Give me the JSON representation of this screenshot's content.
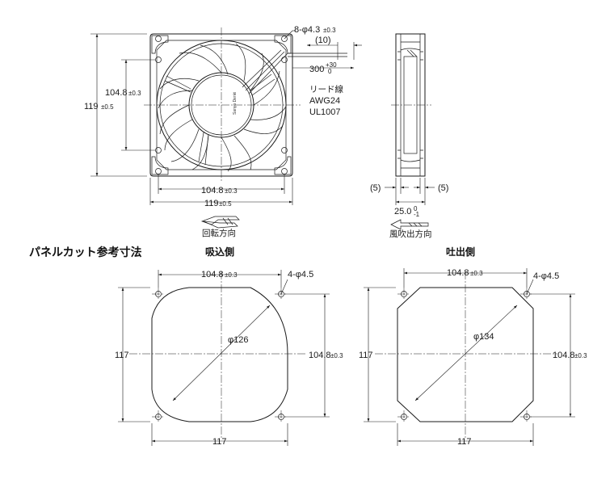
{
  "top": {
    "mount_holes_note": "8-φ4.3",
    "mount_holes_tol": "±0.3",
    "hole_pitch_v": "104.8",
    "hole_pitch_tol": "±0.3",
    "frame_size_v": "119",
    "frame_tol": "±0.5",
    "hole_pitch_h": "104.8",
    "hole_pitch_h_tol": "±0.3",
    "frame_size_h": "119",
    "frame_size_h_tol": "±0.5",
    "lead_strip": "(10)",
    "lead_length": "300",
    "lead_length_tol_upper": "+30",
    "lead_length_tol_lower": "0",
    "lead_wire_label": "リード線",
    "lead_wire_awg": "AWG24",
    "lead_wire_ul": "UL1007",
    "rotation_label": "回転方向",
    "rotor_print": "Sanyo Denki"
  },
  "side": {
    "left_margin": "(5)",
    "right_margin": "(5)",
    "depth": "25.0",
    "depth_tol_upper": "0",
    "depth_tol_lower": "-1",
    "airflow_label": "風吹出方向"
  },
  "panel": {
    "section_title": "パネルカット参考寸法",
    "intake": {
      "title": "吸込側",
      "pitch_top": "104.8",
      "pitch_top_tol": "±0.3",
      "holes": "4-φ4.5",
      "diameter": "φ126",
      "height": "117",
      "pitch_right": "104.8",
      "pitch_right_tol": "±0.3",
      "width": "117"
    },
    "exhaust": {
      "title": "吐出側",
      "pitch_top": "104.8",
      "pitch_top_tol": "±0.3",
      "holes": "4-φ4.5",
      "diameter": "φ134",
      "height": "117",
      "pitch_right": "104.8",
      "pitch_right_tol": "±0.3",
      "width": "117"
    }
  }
}
